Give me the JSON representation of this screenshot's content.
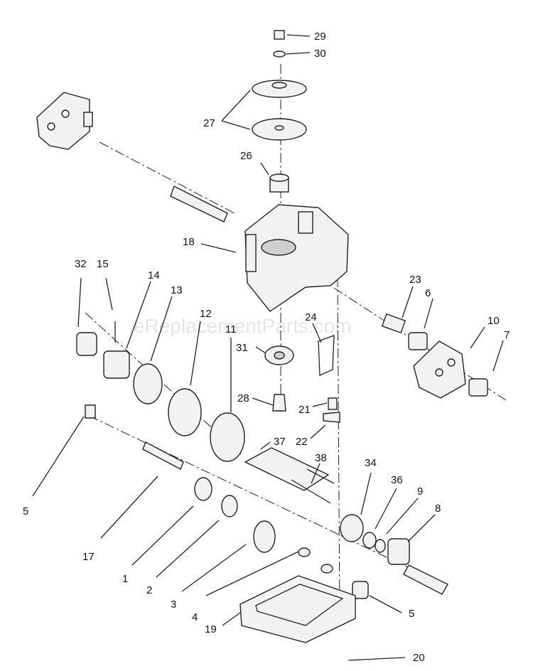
{
  "diagram": {
    "watermark": "eReplacementParts.com",
    "callouts": [
      "29",
      "30",
      "27",
      "26",
      "18",
      "32",
      "15",
      "14",
      "13",
      "12",
      "11",
      "23",
      "6",
      "10",
      "7",
      "24",
      "31",
      "28",
      "21",
      "22",
      "37",
      "38",
      "5",
      "17",
      "1",
      "2",
      "3",
      "34",
      "36",
      "9",
      "8",
      "4",
      "19",
      "5",
      "20"
    ]
  },
  "colors": {
    "ink": "#222222",
    "paper": "#ffffff"
  }
}
